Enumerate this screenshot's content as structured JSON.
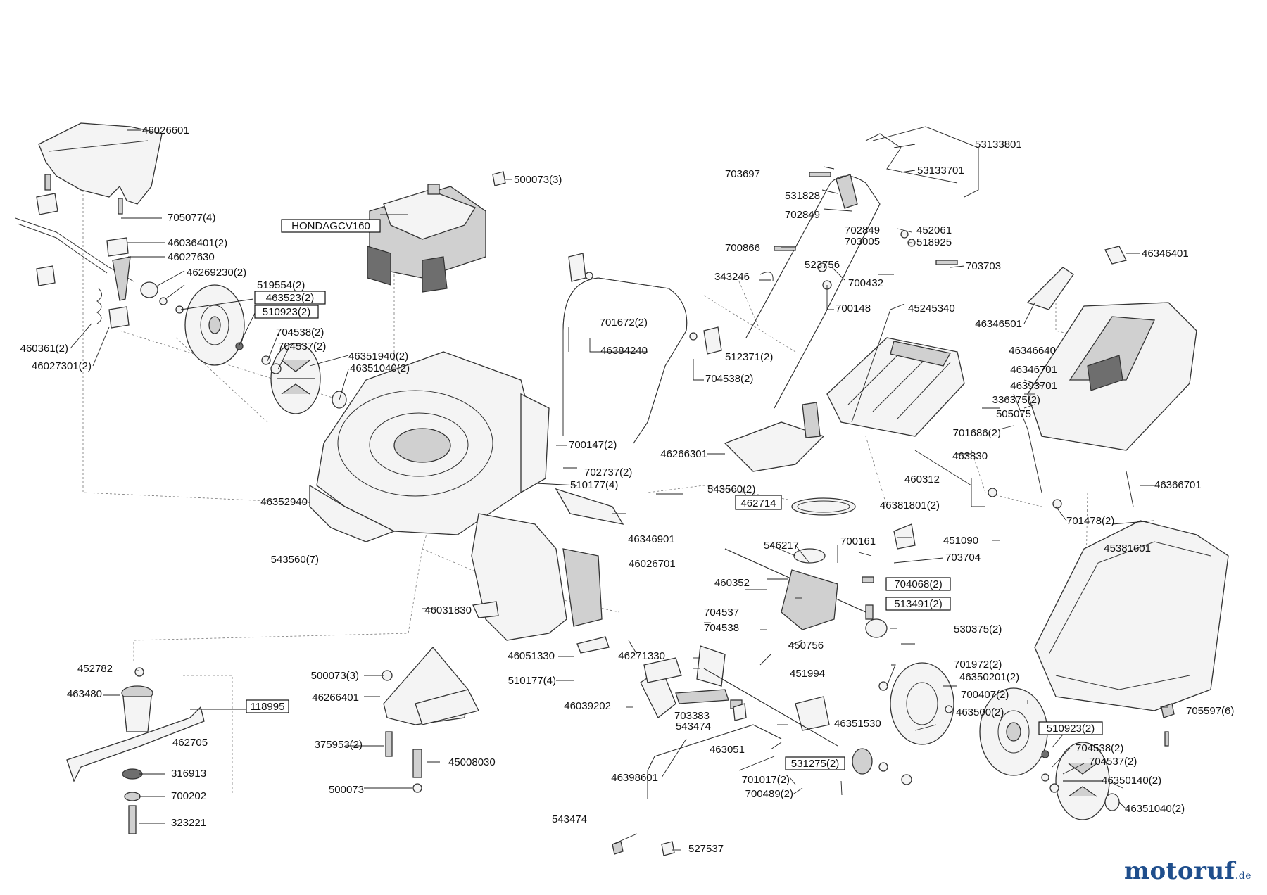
{
  "diagram": {
    "labels": [
      "46026601",
      "500073(3)",
      "53133801",
      "53133701",
      "703697",
      "531828",
      "702849",
      "705077(4)",
      "HONDAGCV160",
      "46036401(2)",
      "46027630",
      "46269230(2)",
      "519554(2)",
      "463523(2)",
      "510923(2)",
      "702849",
      "452061",
      "703005",
      "518925",
      "700866",
      "703703",
      "46346401",
      "523756",
      "343246",
      "700432",
      "700148",
      "45245340",
      "46346501",
      "460361(2)",
      "46027301(2)",
      "704538(2)",
      "704537(2)",
      "46351940(2)",
      "46351040(2)",
      "701672(2)",
      "512371(2)",
      "46384240",
      "704538(2)",
      "46346640",
      "46346701",
      "46393701",
      "336375(2)",
      "505075",
      "701686(2)",
      "700147(2)",
      "46266301",
      "702737(2)",
      "463830",
      "510177(4)",
      "543560(2)",
      "460312",
      "46366701",
      "46352940",
      "46381801(2)",
      "462714",
      "701478(2)",
      "451090",
      "46346901",
      "546217",
      "700161",
      "45381601",
      "703704",
      "46026701",
      "543560(7)",
      "460352",
      "704068(2)",
      "513491(2)",
      "704537",
      "46031830",
      "704538",
      "530375(2)",
      "450756",
      "46051330",
      "46271330",
      "452782",
      "701972(2)",
      "451994",
      "500073(3)",
      "46350201(2)",
      "510177(4)",
      "463480",
      "46266401",
      "46039202",
      "700407(2)",
      "118995",
      "703383",
      "463500(2)",
      "705597(6)",
      "543474",
      "46351530",
      "510923(2)",
      "462705",
      "375953(2)",
      "463051",
      "704538(2)",
      "45008030",
      "531275(2)",
      "704537(2)",
      "316913",
      "701017(2)",
      "46398601",
      "46350140(2)",
      "700202",
      "500073",
      "700489(2)",
      "46351040(2)",
      "323221",
      "543474",
      "527537"
    ],
    "boxed": [
      "HONDAGCV160",
      "463523(2)",
      "510923(2)",
      "462714",
      "704068(2)",
      "513491(2)",
      "118995",
      "510923(2)",
      "531275(2)"
    ]
  },
  "watermark": {
    "brand": "motoruf",
    "suffix": ".de"
  }
}
